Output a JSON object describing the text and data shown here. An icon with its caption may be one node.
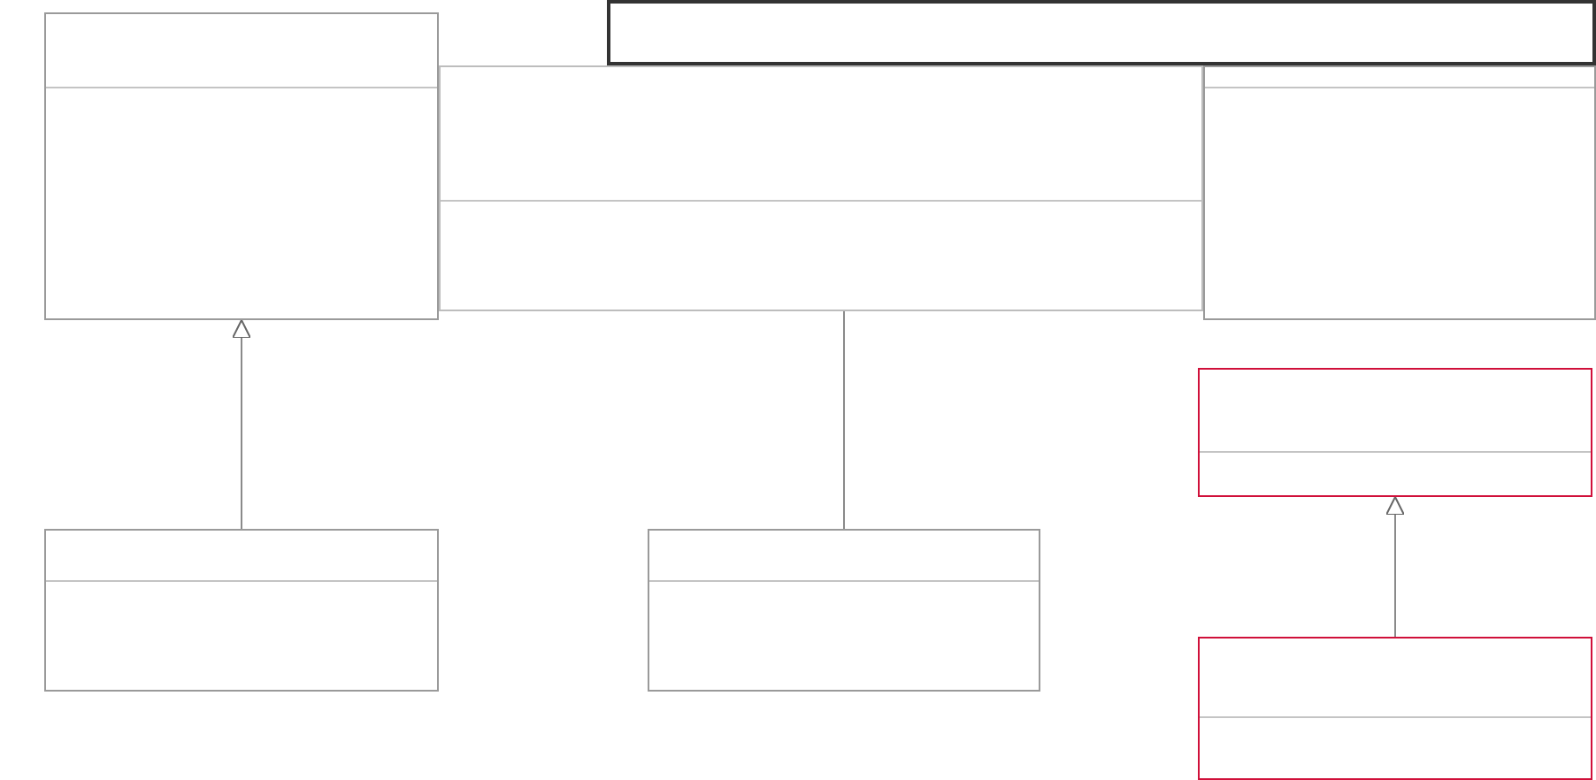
{
  "diagram": {
    "nodes": [
      {
        "text": [],
        "shape": "box"
      },
      {
        "text": [],
        "shape": "box"
      },
      {
        "text": [],
        "shape": "box"
      },
      {
        "text": [],
        "shape": "box"
      },
      {
        "text": [],
        "shape": "box"
      },
      {
        "text": [],
        "shape": "box"
      },
      {
        "text": [],
        "shape": "box"
      },
      {
        "text": [],
        "shape": "box"
      }
    ],
    "edges": [
      {
        "from": 5,
        "to": 0,
        "arrow": "to"
      },
      {
        "from": 6,
        "to": 2,
        "arrow": "none"
      },
      {
        "from": 7,
        "to": 4,
        "arrow": "to"
      }
    ]
  }
}
